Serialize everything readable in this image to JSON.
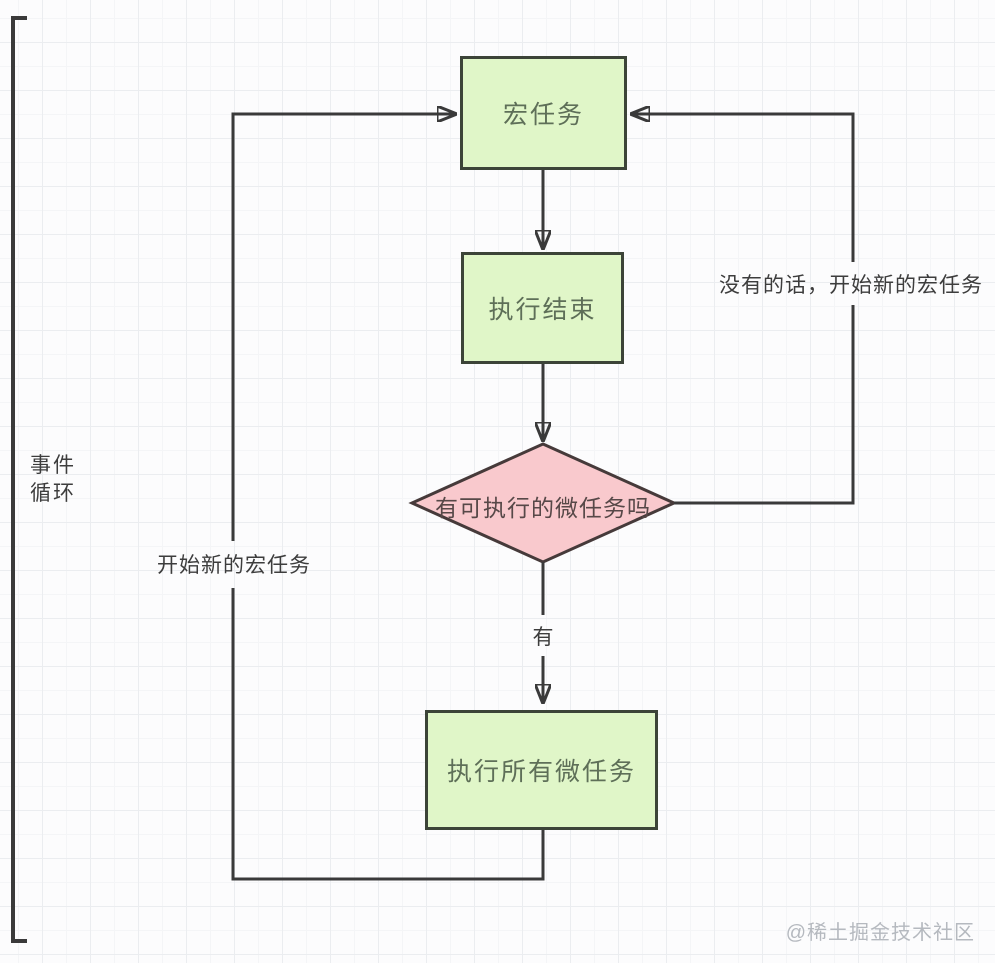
{
  "colors": {
    "canvas_bg": "#fcfcfd",
    "grid_minor": "#f4f5f7",
    "grid_major": "#ebedf0",
    "line": "#3a3a3a",
    "green_fill": "#e0f6c8",
    "green_border": "#3c4438",
    "green_text": "#5e6f58",
    "pink_fill": "#f9c9cd",
    "pink_border": "#463a3a",
    "pink_text": "#574848",
    "label_text": "#3d3d3d",
    "watermark_text": "#b5b9bf"
  },
  "diagram": {
    "bracket": {
      "line1": "事件",
      "line2": "循环"
    },
    "nodes": [
      {
        "id": "macro-task",
        "label": "宏任务",
        "shape": "rect",
        "fill": "#e0f6c8"
      },
      {
        "id": "execution-end",
        "label": "执行结束",
        "shape": "rect",
        "fill": "#e0f6c8"
      },
      {
        "id": "has-microtasks",
        "label": "有可执行的微任务吗",
        "shape": "diamond",
        "fill": "#f9c9cd"
      },
      {
        "id": "run-all-microtasks",
        "label": "执行所有微任务",
        "shape": "rect",
        "fill": "#e0f6c8"
      }
    ],
    "edges": [
      {
        "from": "macro-task",
        "to": "execution-end",
        "label": ""
      },
      {
        "from": "execution-end",
        "to": "has-microtasks",
        "label": ""
      },
      {
        "from": "has-microtasks",
        "to": "run-all-microtasks",
        "label": "有"
      },
      {
        "from": "has-microtasks",
        "to": "macro-task",
        "label": "没有的话，开始新的宏任务"
      },
      {
        "from": "run-all-microtasks",
        "to": "macro-task",
        "label": "开始新的宏任务"
      }
    ],
    "watermark": "@稀土掘金技术社区"
  }
}
